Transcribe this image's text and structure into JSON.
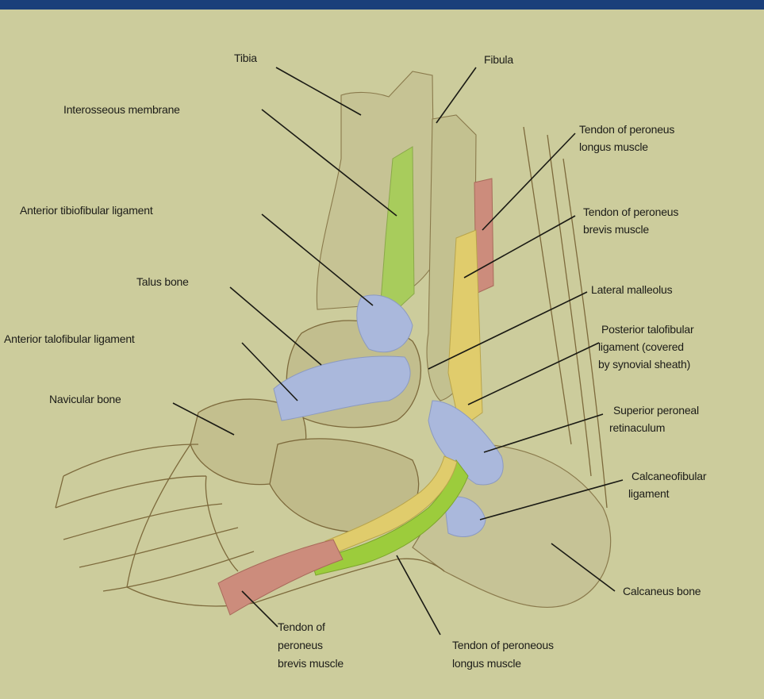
{
  "labels": {
    "tibia": "Tibia",
    "fibula": "Fibula",
    "interosseous_membrane": "Interosseous membrane",
    "tendon_peroneus_longus_top_1": "Tendon of peroneus",
    "tendon_peroneus_longus_top_2": "longus muscle",
    "anterior_tibiofibular_ligament": "Anterior tibiofibular ligament",
    "tendon_peroneus_brevis_top_1": "Tendon of peroneus",
    "tendon_peroneus_brevis_top_2": "brevis muscle",
    "talus_bone": "Talus bone",
    "lateral_malleolus": "Lateral malleolus",
    "anterior_talofibular_ligament": "Anterior talofibular ligament",
    "posterior_talofibular_1": "Posterior talofibular",
    "posterior_talofibular_2": "ligament (covered",
    "posterior_talofibular_3": "by synovial sheath)",
    "navicular_bone": "Navicular bone",
    "superior_peroneal_1": "Superior peroneal",
    "superior_peroneal_2": "retinaculum",
    "calcaneofibular_1": "Calcaneofibular",
    "calcaneofibular_2": "ligament",
    "calcaneus_bone": "Calcaneus bone",
    "tendon_brevis_bottom_1": "Tendon of",
    "tendon_brevis_bottom_2": "peroneus",
    "tendon_brevis_bottom_3": "brevis muscle",
    "tendon_longus_bottom_1": "Tendon of peroneous",
    "tendon_longus_bottom_2": "longus muscle"
  },
  "colors": {
    "background": "#cccc9c",
    "frame": "#0d2550",
    "topbar": "#1a3f7a",
    "membrane_green": "#a8cc5c",
    "tendon_green": "#9ccc3c",
    "tendon_yellow": "#e0cc6c",
    "tendon_pink": "#cc8c7c",
    "ligament_blue": "#aab8dc",
    "bone_line": "#7d6a3c"
  }
}
